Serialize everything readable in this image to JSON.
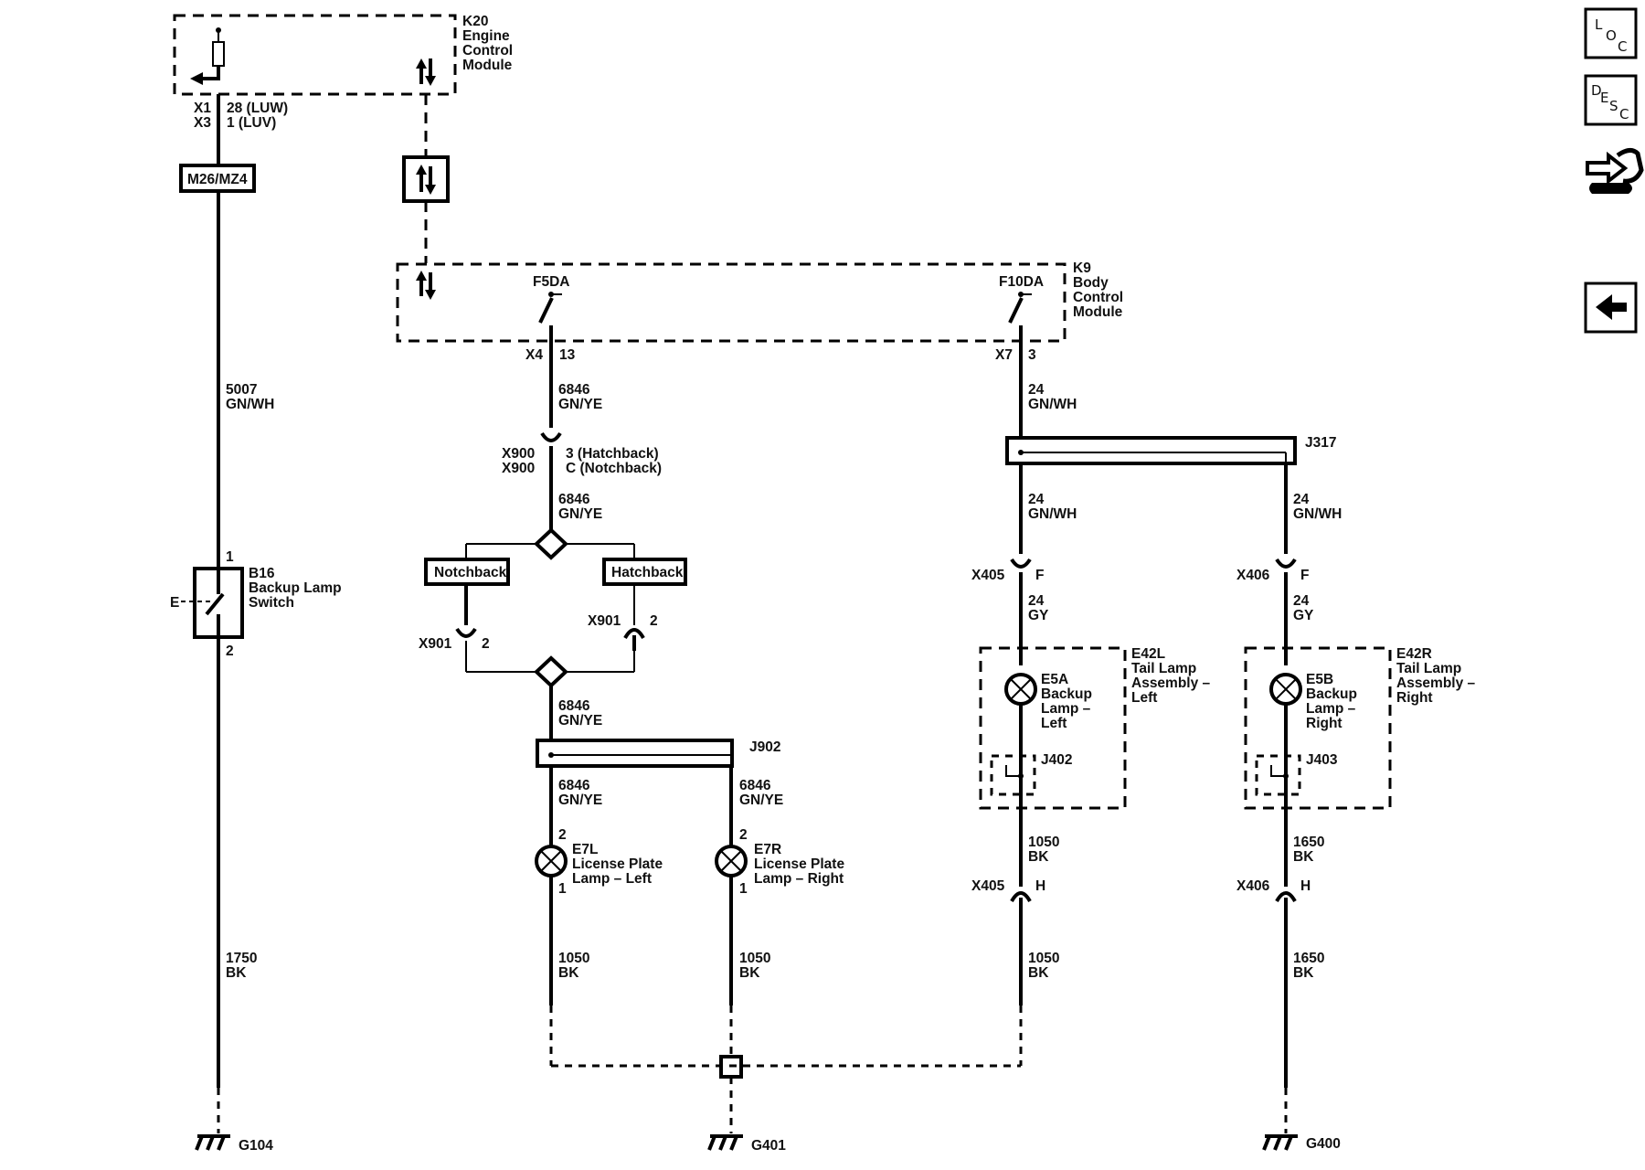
{
  "k20": {
    "id": "K20",
    "name": [
      "Engine",
      "Control",
      "Module"
    ],
    "pins": [
      "X1",
      "X3"
    ],
    "pin_desc": [
      "28 (LUW)",
      "1 (LUV)"
    ]
  },
  "option_box": "M26/MZ4",
  "k9": {
    "id": "K9",
    "name": [
      "Body",
      "Control",
      "Module"
    ],
    "out_left": "F5DA",
    "out_right": "F10DA",
    "pin_left": [
      "X4",
      "13"
    ],
    "pin_right": [
      "X7",
      "3"
    ]
  },
  "b16": {
    "id": "B16",
    "name": [
      "Backup Lamp",
      "Switch"
    ],
    "pin_top": "1",
    "pin_bottom": "2",
    "ext": "E"
  },
  "wires": {
    "w5007": [
      "5007",
      "GN/WH"
    ],
    "w6846a": [
      "6846",
      "GN/YE"
    ],
    "w6846b": [
      "6846",
      "GN/YE"
    ],
    "w6846c": [
      "6846",
      "GN/YE"
    ],
    "w6846d": [
      "6846",
      "GN/YE"
    ],
    "w6846e": [
      "6846",
      "GN/YE"
    ],
    "w24a": [
      "24",
      "GN/WH"
    ],
    "w24b": [
      "24",
      "GN/WH"
    ],
    "w24c": [
      "24",
      "GN/WH"
    ],
    "w24gyL": [
      "24",
      "GY"
    ],
    "w24gyR": [
      "24",
      "GY"
    ],
    "w1050L": [
      "1050",
      "BK"
    ],
    "w1650R": [
      "1650",
      "BK"
    ],
    "w1750": [
      "1750",
      "BK"
    ],
    "w1050a": [
      "1050",
      "BK"
    ],
    "w1050b": [
      "1050",
      "BK"
    ],
    "w1050c": [
      "1050",
      "BK"
    ],
    "w1650b": [
      "1650",
      "BK"
    ]
  },
  "x900": {
    "ids": [
      "X900",
      "X900"
    ],
    "desc": [
      "3 (Hatchback)",
      "C (Notchback)"
    ]
  },
  "notchback": "Notchback",
  "hatchback": "Hatchback",
  "x901L": {
    "id": "X901",
    "pin": "2"
  },
  "x901R": {
    "id": "X901",
    "pin": "2"
  },
  "j902": "J902",
  "j317": "J317",
  "e7l": {
    "id": "E7L",
    "name": [
      "License Plate",
      "Lamp – Left"
    ],
    "pin_top": "2",
    "pin_bottom": "1"
  },
  "e7r": {
    "id": "E7R",
    "name": [
      "License Plate",
      "Lamp – Right"
    ],
    "pin_top": "2",
    "pin_bottom": "1"
  },
  "x405a": {
    "id": "X405",
    "pin": "F"
  },
  "x406a": {
    "id": "X406",
    "pin": "F"
  },
  "x405b": {
    "id": "X405",
    "pin": "H"
  },
  "x406b": {
    "id": "X406",
    "pin": "H"
  },
  "e42l": {
    "id": "E42L",
    "name": [
      "Tail Lamp",
      "Assembly –",
      "Left"
    ]
  },
  "e42r": {
    "id": "E42R",
    "name": [
      "Tail Lamp",
      "Assembly –",
      "Right"
    ]
  },
  "e5a": {
    "id": "E5A",
    "name": [
      "Backup",
      "Lamp –",
      "Left"
    ]
  },
  "e5b": {
    "id": "E5B",
    "name": [
      "Backup",
      "Lamp –",
      "Right"
    ]
  },
  "j402": "J402",
  "j403": "J403",
  "grounds": [
    "G104",
    "G401",
    "G400"
  ],
  "buttons": {
    "loc": {
      "letters": [
        "L",
        "O",
        "C"
      ],
      "icon": "loc-icon"
    },
    "desc": {
      "letters": [
        "D",
        "E",
        "S",
        "C"
      ],
      "icon": "desc-icon"
    },
    "tools": {
      "icon": "wrench-hand-icon"
    },
    "back": {
      "icon": "arrow-left-icon"
    }
  }
}
